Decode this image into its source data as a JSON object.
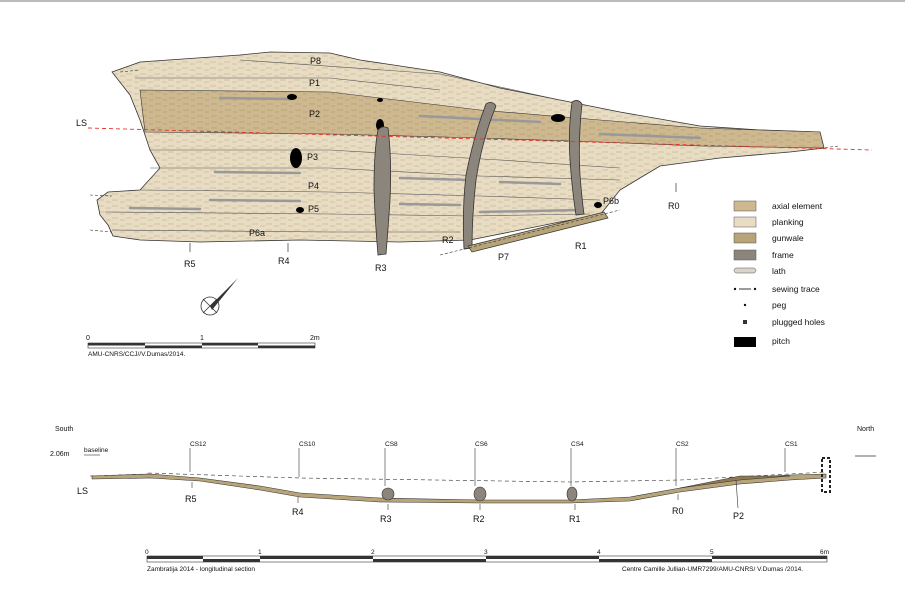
{
  "plan": {
    "plank_labels": [
      "P8",
      "P1",
      "P2",
      "P3",
      "P4",
      "P5",
      "P6a",
      "P6b",
      "P7"
    ],
    "frame_labels": [
      "R0",
      "R1",
      "R2",
      "R3",
      "R4",
      "R5"
    ],
    "section_line_label": "LS"
  },
  "legend": {
    "items": [
      {
        "name": "axial-element",
        "label": "axial element",
        "color": "#cdb88f"
      },
      {
        "name": "planking",
        "label": "planking",
        "color": "#e8dcc3"
      },
      {
        "name": "gunwale",
        "label": "gunwale",
        "color": "#b7a478"
      },
      {
        "name": "frame",
        "label": "frame",
        "color": "#8c857c"
      },
      {
        "name": "lath",
        "label": "lath",
        "color": "#d9d4cc"
      },
      {
        "name": "sewing-trace",
        "label": "sewing trace",
        "color": "#9a9a9a"
      },
      {
        "name": "peg",
        "label": "peg",
        "color": "#111111"
      },
      {
        "name": "plugged-holes",
        "label": "plugged holes",
        "color": "#333333"
      },
      {
        "name": "pitch",
        "label": "pitch",
        "color": "#000000"
      }
    ]
  },
  "plan_scale": {
    "ticks": [
      "0",
      "1",
      "2m"
    ],
    "credit": "AMU-CNRS/CCJ//V.Dumas/2014."
  },
  "section": {
    "south_label": "South",
    "north_label": "North",
    "depth_label": "2.06m",
    "baseline_label": "baseline",
    "ls_label": "LS",
    "cs_labels": [
      "CS12",
      "CS10",
      "CS8",
      "CS6",
      "CS4",
      "CS2",
      "CS1"
    ],
    "frame_labels": [
      "R5",
      "R4",
      "R3",
      "R2",
      "R1",
      "R0",
      "P2"
    ],
    "scale_ticks": [
      "0",
      "1",
      "2",
      "3",
      "4",
      "5",
      "6m"
    ],
    "caption_left": "Zambratija 2014 - longitudinal section",
    "caption_right": "Centre Camille Jullian-UMR7299/AMU-CNRS/  V.Dumas /2014."
  }
}
